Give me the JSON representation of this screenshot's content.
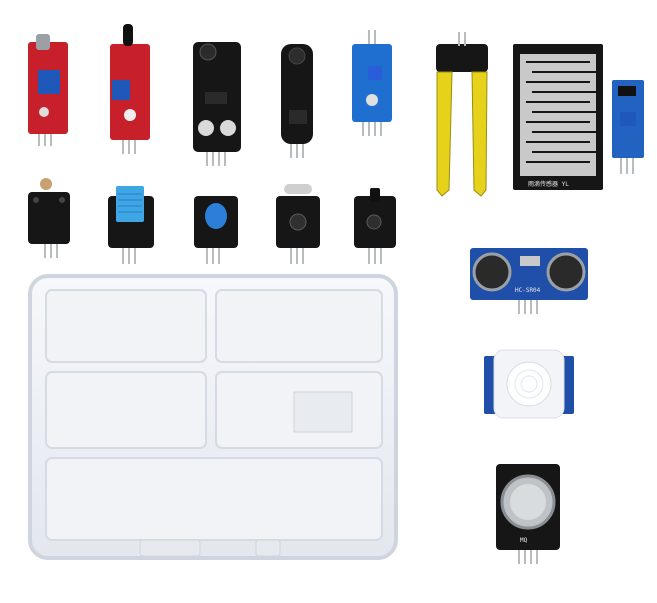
{
  "image": {
    "subject": "sensor-module-kit-with-storage-case"
  },
  "labels": {
    "rain_pcb_text": "雨滴传感器 YL",
    "ultrasonic_pcb_text": "HC-SR04",
    "mq_pcb_text": "MQ"
  },
  "colors": {
    "background": "#ffffff",
    "red_pcb": "#c8202a",
    "black_pcb": "#161616",
    "blue_pcb": "#1f4fa8",
    "yellow_probe": "#e6d21a",
    "pin_metal": "#b9bcbf",
    "case_plastic": "#eef1f5"
  }
}
